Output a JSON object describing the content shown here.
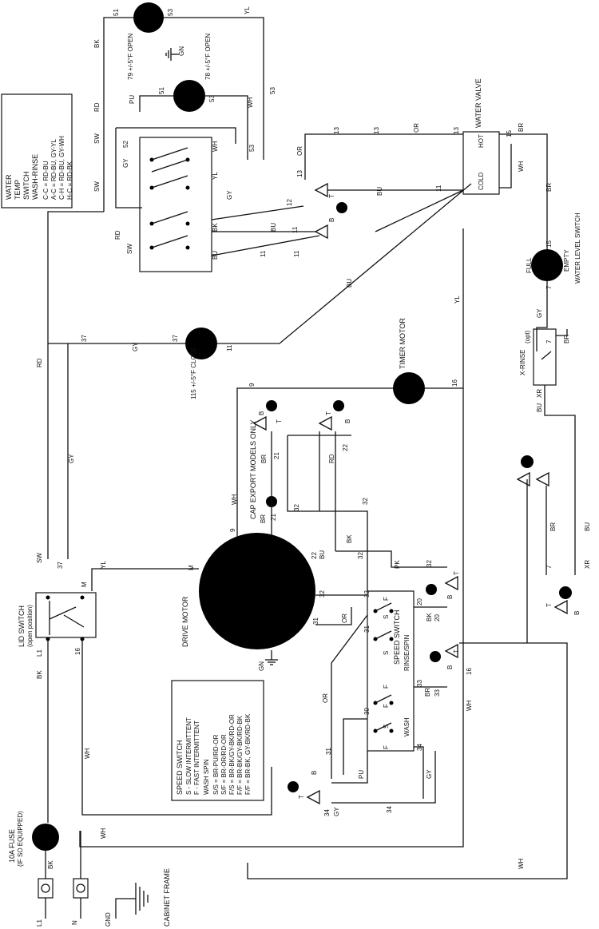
{
  "water_temp_switch": {
    "title": [
      "WATER",
      "TEMP",
      "SWITCH",
      "WASH-RINSE"
    ],
    "legend": [
      "C-C = RD-BU",
      "A-C = RD-BU, GY-YL",
      "C-H = RD-BU, GY-WH",
      "H-C = RD-BK"
    ]
  },
  "speed_switch_legend": {
    "title": "SPEED SWITCH",
    "lines": [
      "S - SLOW INTERMITTENT",
      "F - FAST INTERMITTENT",
      "WASH SPIN",
      "S/S = BR-PU/RD-OR",
      "S/F = BR-OR/RD-OR",
      "F/S = BR-BK/GY-BK/RD-OR",
      "F/F = BR-BK/GY-BK/RD-BK",
      "F/F = BR-BK, GY-BK/RD-BK"
    ]
  },
  "components": {
    "thermostat_open_1": "79 +/-5°F OPEN",
    "thermostat_open_2": "78 +/-5°F OPEN",
    "thermostat_close": "115 +/-5°F CLOSE",
    "water_valve": "WATER VALVE",
    "hot": "HOT",
    "cold": "COLD",
    "water_level_switch": "WATER LEVEL SWITCH",
    "empty": "EMPTY",
    "full": "FULL",
    "timer_motor": "TIMER MOTOR",
    "x_rinse": "X-RINSE",
    "x_rinse_opt": "(opt)",
    "cap_export": "CAP EXPORT MODELS ONLY",
    "drive_motor": "DRIVE MOTOR",
    "lid_switch": "LID SWITCH",
    "lid_switch_state": "(open position)",
    "speed_switch": "SPEED SWITCH",
    "rinse_spin": "RINSE/SPIN",
    "wash": "WASH",
    "fuse": "10A FUSE",
    "fuse_note": "(IF SO EQUIPPED)",
    "cabinet_frame": "CABINET FRAME",
    "gnd": "GND",
    "l1": "L1",
    "n": "N"
  },
  "wire_labels": {
    "bk": "BK",
    "wh": "WH",
    "yl": "YL",
    "rd": "RD",
    "pu": "PU",
    "sw": "SW",
    "gy": "GY",
    "bu": "BU",
    "or": "OR",
    "br": "BR",
    "gn": "GN",
    "pk": "PK",
    "n13": "13",
    "n11": "11",
    "n12": "12",
    "n15": "15",
    "n16": "16",
    "n7": "7",
    "n9": "9",
    "n21": "21",
    "n22": "22",
    "n32": "32",
    "n31": "31",
    "n30": "30",
    "n33": "33",
    "n34": "34",
    "n37": "37",
    "n51": "51",
    "n53": "53",
    "n52": "52",
    "n20": "20",
    "m": "M",
    "xr": "XR",
    "t": "T",
    "b": "B",
    "s": "S",
    "f": "F",
    "l1_term": "L1"
  }
}
